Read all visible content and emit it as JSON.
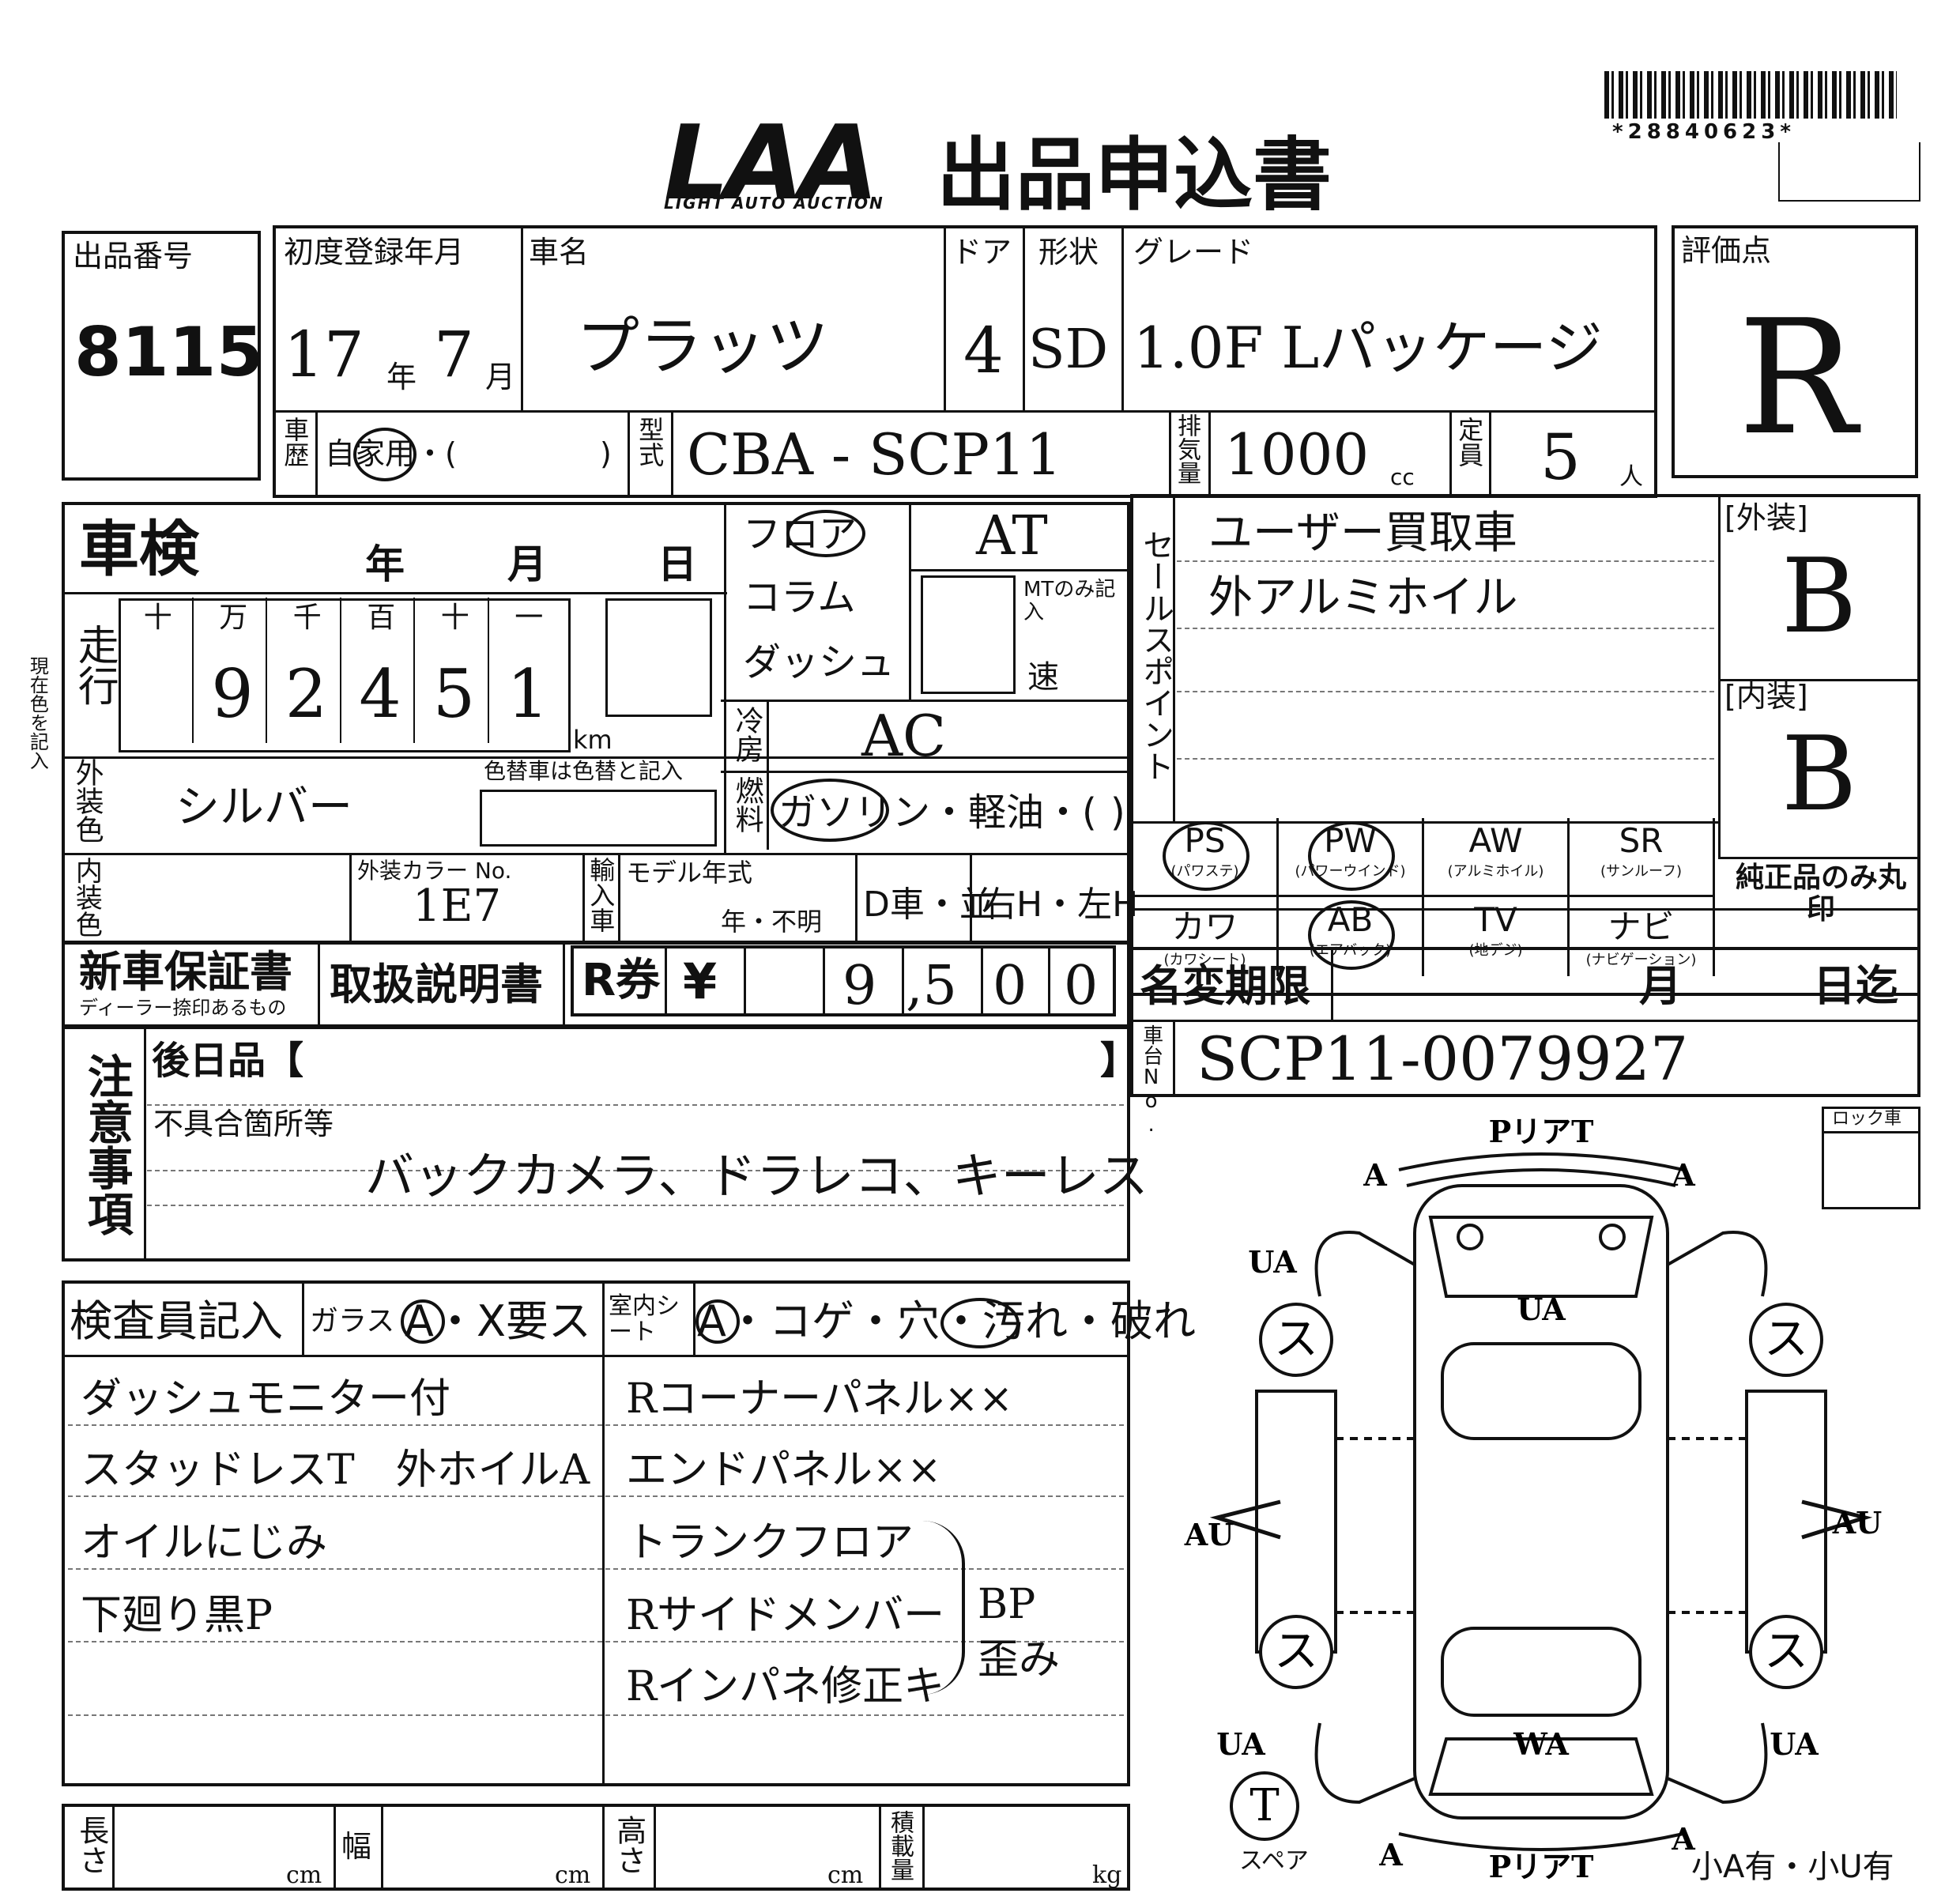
{
  "header": {
    "logo": "LAA",
    "logo_sub": "LIGHT AUTO AUCTION",
    "title": "出品申込書",
    "barcode_number": "*28840623*"
  },
  "labels": {
    "lot_no": "出品番号",
    "first_reg": "初度登録年月",
    "car_name": "車名",
    "door": "ドア",
    "body": "形状",
    "grade": "グレード",
    "score": "評価点",
    "history": "車歴",
    "model": "型式",
    "displacement": "排気量",
    "capacity": "定員",
    "year": "年",
    "month": "月",
    "cc": "cc",
    "person": "人",
    "shaken": "車検",
    "shaken_y": "年",
    "shaken_m": "月",
    "shaken_d": "日",
    "mileage": "走行",
    "digits": [
      "十",
      "万",
      "千",
      "百",
      "十",
      "一"
    ],
    "km": "km",
    "ext_color": "外装色",
    "color_change": "色替車は色替と記入",
    "int_color": "内装色",
    "color_no": "外装カラー No.",
    "import": "輸入車",
    "model_year": "モデル年式",
    "year_unknown": "年・不明",
    "d_car": "D車・並",
    "steering": "右H・左H",
    "shift": {
      "floor": "フロア",
      "column": "コラム",
      "dash": "ダッシュ",
      "mt_only": "MTのみ記入",
      "speed": "速"
    },
    "cooler": "冷房",
    "fuel": "燃料",
    "fuel_options": "ガソリン・軽油・(",
    "sales_point": "セールスポイント",
    "exterior": "[外装]",
    "interior": "[内装]",
    "equip": [
      "PS",
      "PW",
      "AW",
      "SR",
      "カワ",
      "AB",
      "TV",
      "ナビ"
    ],
    "equip_sub": [
      "(パワステ)",
      "(パワーウインド)",
      "(アルミホイル)",
      "(サンルーフ)",
      "(カワシート)",
      "(エアバック)",
      "(地デジ)",
      "(ナビゲーション)"
    ],
    "genuine": "純正品のみ丸印",
    "warranty": "新車保証書",
    "warranty_sub": "ディーラー捺印あるもの",
    "manual": "取扱説明書",
    "r_ticket": "R券",
    "yen": "¥",
    "name_change": "名変期限",
    "nc_month": "月",
    "nc_day": "日迄",
    "chassis": "車台No.",
    "notes": "注意事項",
    "later": "後日品【",
    "later_close": "】",
    "defects": "不具合箇所等",
    "inspector": "検査員記入",
    "glass": "ガラス",
    "glass_opts": "A・X要ス",
    "interior_seat": "室内シート",
    "seat_opts": "A・コゲ・穴・汚れ・破れ",
    "length": "長さ",
    "width": "幅",
    "height": "高さ",
    "load": "積載量",
    "cm": "cm",
    "kg": "kg",
    "lock": "ロック車",
    "spare": "スペア",
    "small": "小A有・小U有",
    "side_note": "現在色を記入"
  },
  "values": {
    "lot_no": "8115",
    "reg_year": "17",
    "reg_month": "7",
    "car_name": "プラッツ",
    "door": "4",
    "body": "SD",
    "grade": "1.0F Lパッケージ",
    "score": "R",
    "history": "自家用・(",
    "history_close": ")",
    "model": "CBA - SCP11",
    "displacement": "1000",
    "capacity": "5",
    "mileage_digits": [
      "",
      "9",
      "2",
      "4",
      "5",
      "1"
    ],
    "ext_color": "シルバー",
    "color_no": "1E7",
    "shift": "AT",
    "cooler": "AC",
    "sales_points": [
      "ユーザー買取車",
      "外アルミホイル"
    ],
    "exterior_grade": "B",
    "interior_grade": "B",
    "price": [
      "9",
      ",5",
      "0",
      "0"
    ],
    "chassis_no": "SCP11-0079927",
    "defects": "バックカメラ、ドラレコ、キーレス",
    "inspector_left": [
      "ダッシュモニター付",
      "スタッドレスT　外ホイルA",
      "オイルにじみ",
      "下廻り黒P"
    ],
    "inspector_right": [
      "Rコーナーパネル××",
      "エンドパネル××",
      "トランクフロア",
      "Rサイドメンバー",
      "Rインパネ修正キ"
    ],
    "bp_note": "BP",
    "bp_note2": "歪み"
  },
  "diagram": {
    "front_label": "PリアT",
    "rear_label": "PリアT",
    "marks": [
      "A",
      "A",
      "UA",
      "UA",
      "AU",
      "AU",
      "UA",
      "UA",
      "A",
      "A",
      "WA"
    ],
    "tire_marks": [
      "ス",
      "ス",
      "ス",
      "ス"
    ],
    "spare_mark": "T"
  }
}
